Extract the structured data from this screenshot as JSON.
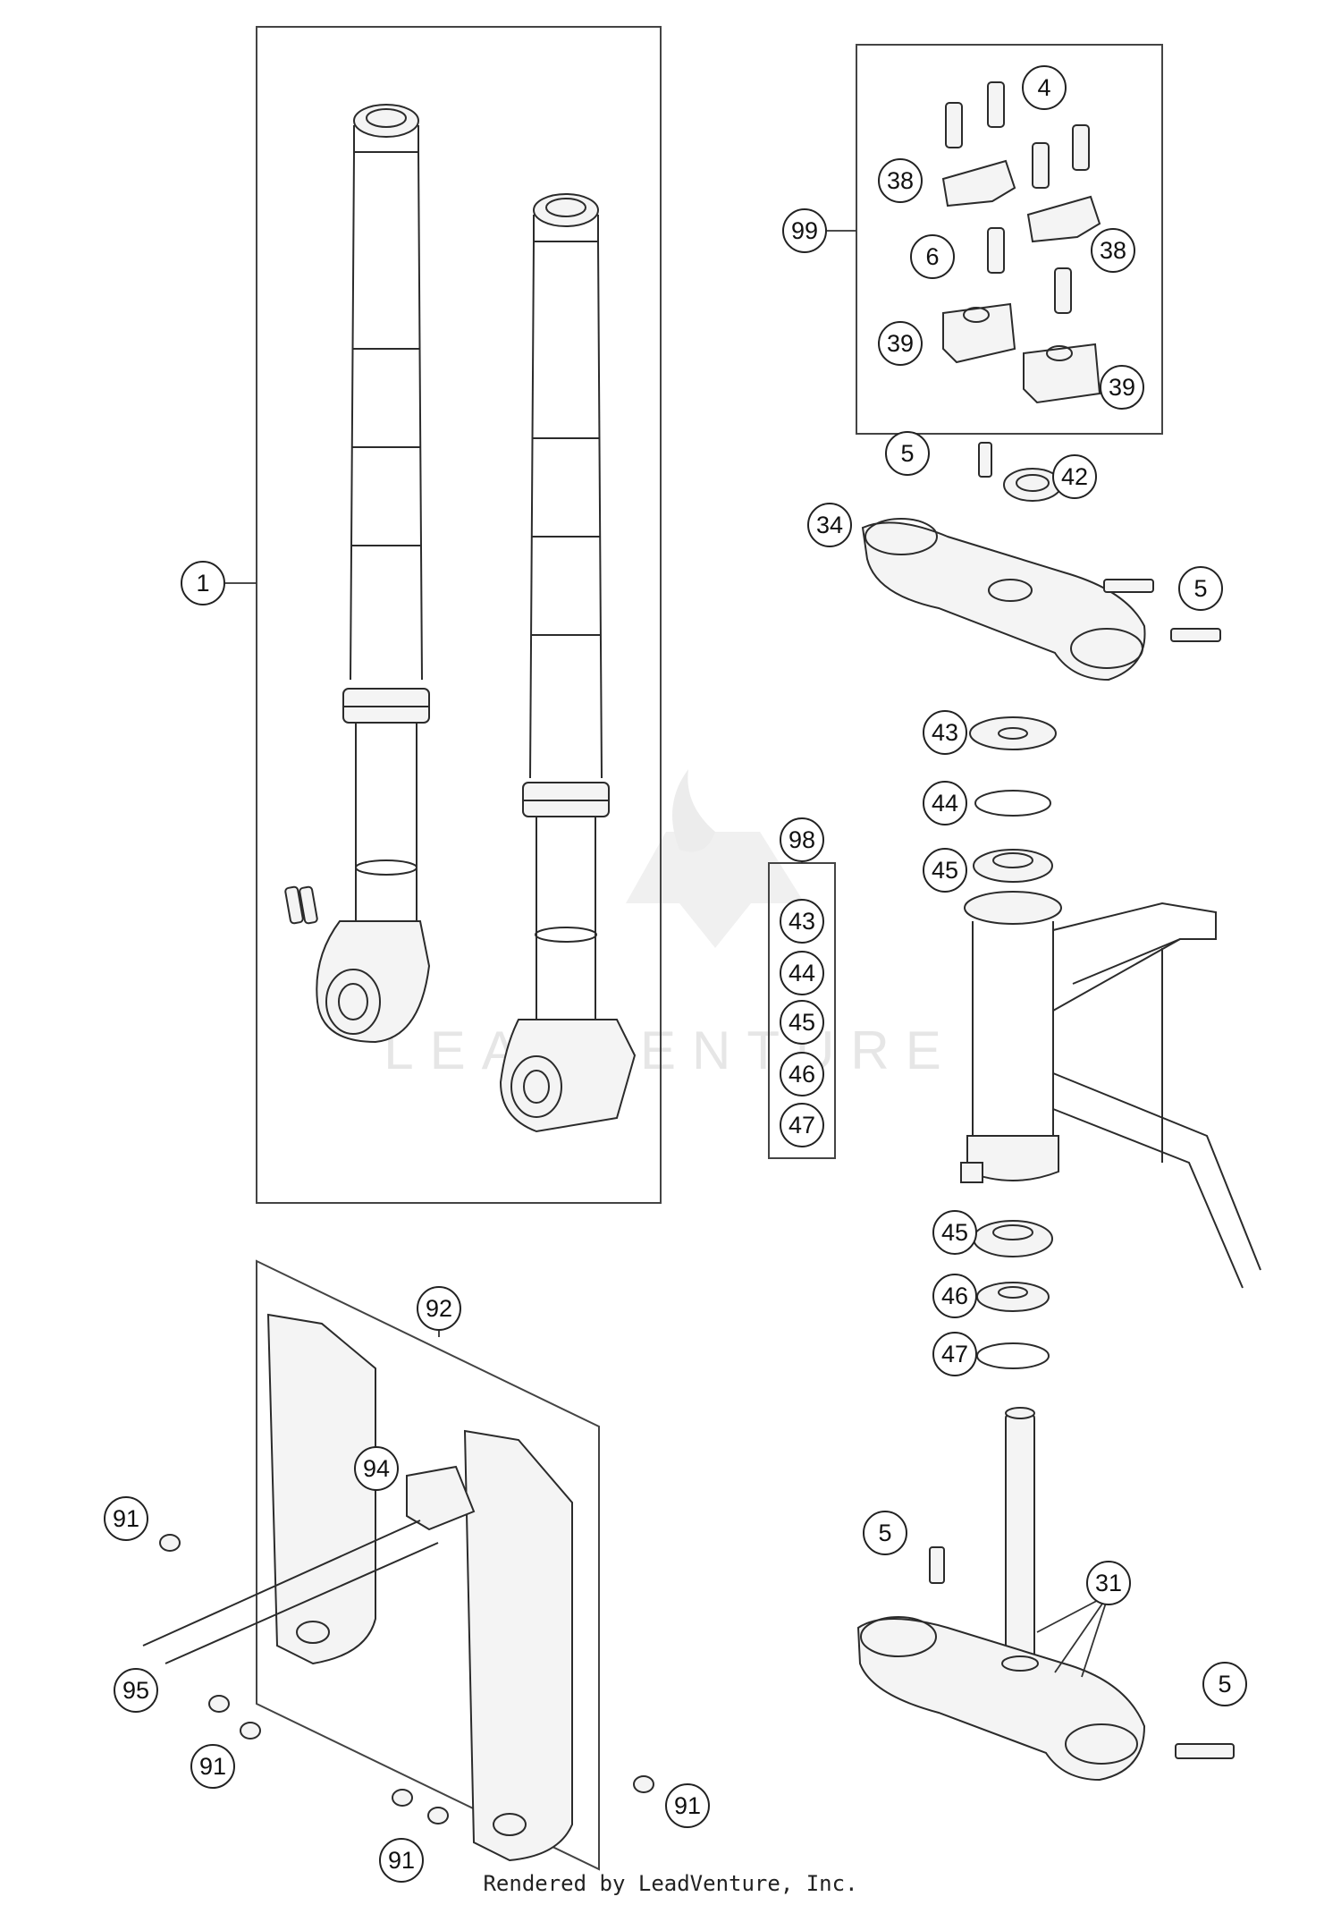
{
  "callouts": {
    "c1": "1",
    "c4": "4",
    "c38a": "38",
    "c38b": "38",
    "c99": "99",
    "c6": "6",
    "c39a": "39",
    "c39b": "39",
    "c5a": "5",
    "c42": "42",
    "c34": "34",
    "c5b": "5",
    "c43": "43",
    "c44": "44",
    "c45a": "45",
    "c98": "98",
    "k43": "43",
    "k44": "44",
    "k45": "45",
    "k46": "46",
    "k47": "47",
    "c45b": "45",
    "c46": "46",
    "c47": "47",
    "c92": "92",
    "c94": "94",
    "c91a": "91",
    "c95": "95",
    "c91b": "91",
    "c91c": "91",
    "c91d": "91",
    "c5c": "5",
    "c31": "31",
    "c5d": "5"
  },
  "watermark": "LEADVENTURE",
  "footer": "Rendered by LeadVenture, Inc."
}
